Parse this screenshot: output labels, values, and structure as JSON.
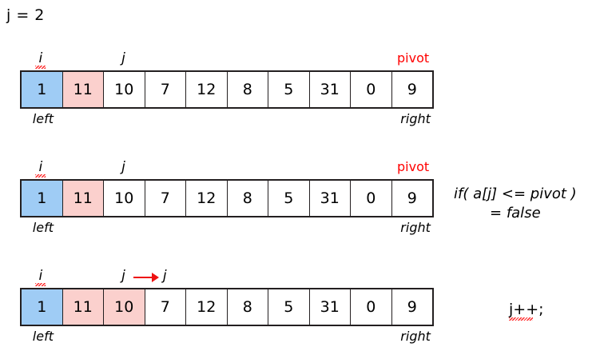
{
  "title": "j = 2",
  "colors": {
    "highlight_blue": "#9fccf5",
    "highlight_pink": "#fbd0cd",
    "pivot_label": "#ff0000",
    "arrow": "#ee1111",
    "border": "#231f20",
    "squiggle": "#ff2a2a"
  },
  "labels": {
    "left": "left",
    "right": "right",
    "pivot": "pivot",
    "i": "i",
    "j": "j"
  },
  "rows": [
    {
      "values": [
        "1",
        "11",
        "10",
        "7",
        "12",
        "8",
        "5",
        "31",
        "0",
        "9"
      ],
      "fills": [
        "blue",
        "pink",
        "none",
        "none",
        "none",
        "none",
        "none",
        "none",
        "none",
        "none"
      ],
      "pointers": [
        {
          "label": "i",
          "cell": 0,
          "color": "black",
          "squiggle": true
        },
        {
          "label": "j",
          "cell": 2,
          "color": "black",
          "squiggle": false
        },
        {
          "label": "pivot",
          "cell": 9,
          "color": "red",
          "squiggle": false
        }
      ],
      "arrow": null,
      "end_labels": {
        "left": "left",
        "right": "right"
      },
      "note": null
    },
    {
      "values": [
        "1",
        "11",
        "10",
        "7",
        "12",
        "8",
        "5",
        "31",
        "0",
        "9"
      ],
      "fills": [
        "blue",
        "pink",
        "none",
        "none",
        "none",
        "none",
        "none",
        "none",
        "none",
        "none"
      ],
      "pointers": [
        {
          "label": "i",
          "cell": 0,
          "color": "black",
          "squiggle": true
        },
        {
          "label": "j",
          "cell": 2,
          "color": "black",
          "squiggle": false
        },
        {
          "label": "pivot",
          "cell": 9,
          "color": "red",
          "squiggle": false
        }
      ],
      "arrow": null,
      "end_labels": {
        "left": "left",
        "right": "right"
      },
      "note": {
        "line1": "if( a[j] <= pivot )",
        "line2": "= false",
        "style": "italic",
        "squiggle": false
      }
    },
    {
      "values": [
        "1",
        "11",
        "10",
        "7",
        "12",
        "8",
        "5",
        "31",
        "0",
        "9"
      ],
      "fills": [
        "blue",
        "pink",
        "pink",
        "none",
        "none",
        "none",
        "none",
        "none",
        "none",
        "none"
      ],
      "pointers": [
        {
          "label": "i",
          "cell": 0,
          "color": "black",
          "squiggle": true
        },
        {
          "label": "j",
          "cell": 2,
          "color": "black",
          "squiggle": false
        },
        {
          "label": "j",
          "cell": 3,
          "color": "black",
          "squiggle": false
        }
      ],
      "arrow": {
        "from_cell": 2,
        "to_cell": 3
      },
      "end_labels": {
        "left": "left",
        "right": "right"
      },
      "note": {
        "line1": "j++;",
        "line2": "",
        "style": "plain",
        "squiggle": true
      }
    }
  ]
}
